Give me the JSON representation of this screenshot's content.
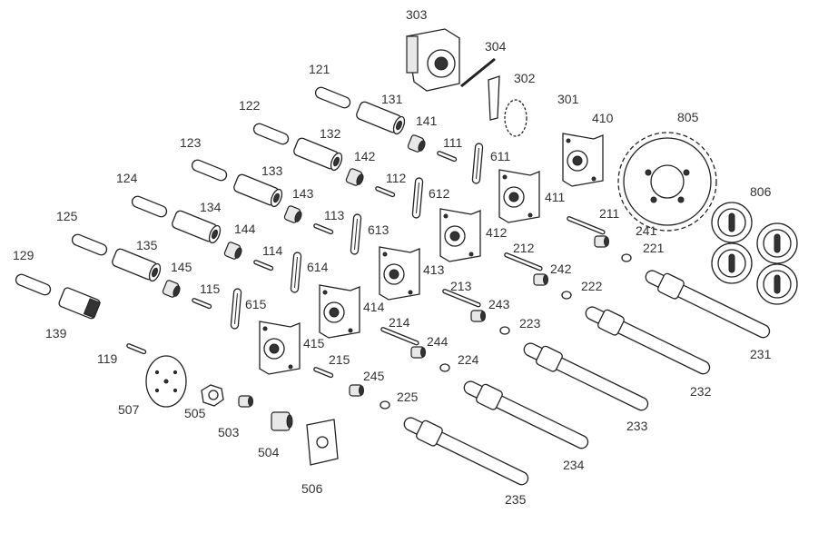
{
  "title": "Exploded parts diagram",
  "labels": {
    "l303": "303",
    "l304": "304",
    "l302": "302",
    "l301": "301",
    "l410": "410",
    "l805": "805",
    "l121": "121",
    "l131": "131",
    "l141": "141",
    "l111": "111",
    "l611": "611",
    "l122": "122",
    "l132": "132",
    "l142": "142",
    "l112": "112",
    "l612": "612",
    "l806": "806",
    "l123": "123",
    "l133": "133",
    "l143": "143",
    "l113": "113",
    "l613": "613",
    "l411": "411",
    "l211": "211",
    "l241": "241",
    "l124": "124",
    "l134": "134",
    "l144": "144",
    "l114": "114",
    "l614": "614",
    "l412": "412",
    "l212": "212",
    "l221": "221",
    "l242": "242",
    "l125": "125",
    "l135": "135",
    "l145": "145",
    "l115": "115",
    "l615": "615",
    "l413": "413",
    "l213": "213",
    "l222": "222",
    "l129": "129",
    "l139": "139",
    "l414": "414",
    "l243": "243",
    "l223": "223",
    "l119": "119",
    "l415": "415",
    "l214": "214",
    "l244": "244",
    "l224": "224",
    "l231": "231",
    "l215": "215",
    "l245": "245",
    "l225": "225",
    "l232": "232",
    "l507": "507",
    "l505": "505",
    "l503": "503",
    "l504": "504",
    "l233": "233",
    "l234": "234",
    "l506": "506",
    "l235": "235"
  }
}
